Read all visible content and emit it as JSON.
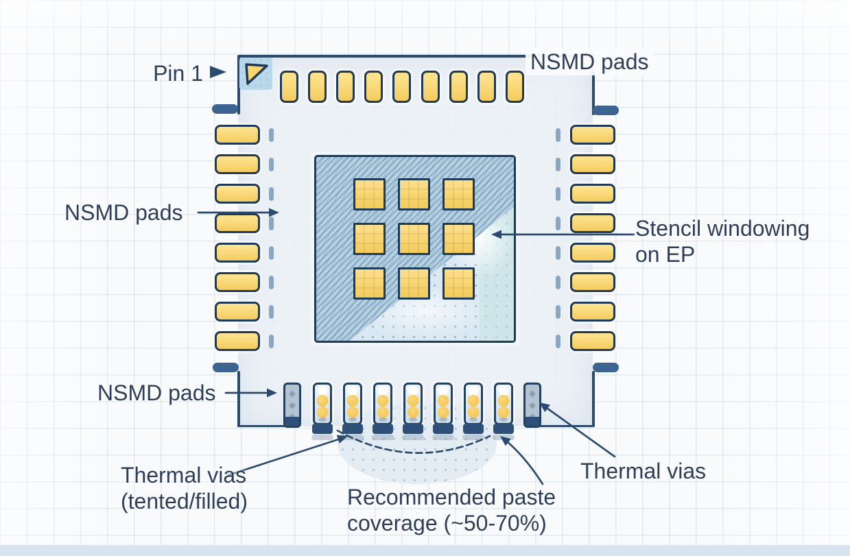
{
  "labels": {
    "pin1": "Pin 1",
    "nsmd_top": "NSMD pads",
    "nsmd_left": "NSMD pads",
    "nsmd_bottom": "NSMD pads",
    "stencil_line1": "Stencil windowing",
    "stencil_line2": "on EP",
    "thermal_left_line1": "Thermal vias",
    "thermal_left_line2": "(tented/filled)",
    "paste_line1": "Recommended paste",
    "paste_line2": "coverage (~50-70%)",
    "thermal_right": "Thermal vias"
  },
  "package": {
    "top_pad_count": 9,
    "left_pad_count": 8,
    "right_pad_count": 8,
    "thermal_via_pad_count": 7,
    "via_circles_per_pad": 3,
    "corner_thermal_pad_count": 2,
    "ep_window_rows": 3,
    "ep_window_cols": 3
  },
  "colors": {
    "navy": "#2b4a6e",
    "padborder": "#1f3a58",
    "padyellow": "#f7d469",
    "viayellow": "#f2bf4e",
    "epfill": "#b7d1e2",
    "graypad": "#b2c3d2",
    "bar": "#3d6391",
    "tick": "#8ca6bd",
    "foot": "#2d4f78",
    "bulge": "#e3ecf2",
    "strip": "#d9e5ee",
    "text": "#2c3e59",
    "bg": "#f8fafc"
  }
}
